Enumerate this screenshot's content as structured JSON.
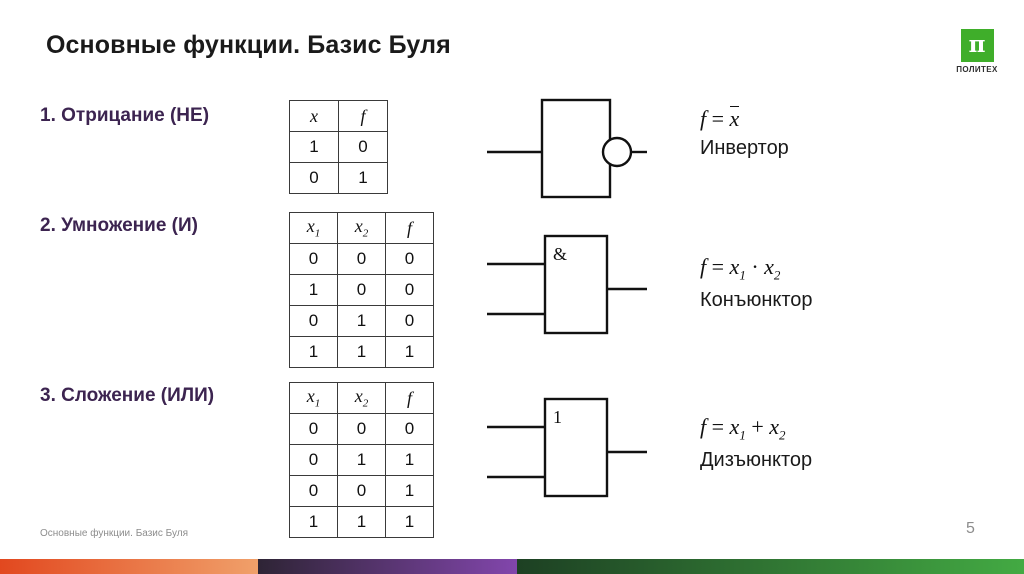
{
  "header": {
    "title": "Основные функции. Базис Буля",
    "logo": {
      "symbol": "π",
      "word": "ПОЛИТЕХ",
      "color": "#3fae2a"
    }
  },
  "theme": {
    "heading_color": "#3c2450",
    "text_color": "#1a1a1a",
    "muted_color": "#8d8d8d",
    "bar_orange": "#e2481f",
    "bar_purple": "#8246ac",
    "bar_green": "#43aa43"
  },
  "sections": [
    {
      "heading": "1.  Отрицание (НЕ)",
      "table": {
        "headers": [
          "x",
          "f"
        ],
        "rows": [
          [
            "1",
            "0"
          ],
          [
            "0",
            "1"
          ]
        ]
      },
      "gate": {
        "type": "inverter",
        "label": "",
        "inputs": 1,
        "bubble": true
      },
      "formula": {
        "lhs": "f",
        "eq": "=",
        "rhs_var": "x",
        "overline": true
      },
      "gate_name": "Инвертор"
    },
    {
      "heading": "2. Умножение (И)",
      "table": {
        "headers": [
          "x",
          "1",
          "x",
          "2",
          "f"
        ],
        "header_cells": [
          {
            "base": "x",
            "sub": "1"
          },
          {
            "base": "x",
            "sub": "2"
          },
          {
            "base": "f",
            "sub": ""
          }
        ],
        "rows": [
          [
            "0",
            "0",
            "0"
          ],
          [
            "1",
            "0",
            "0"
          ],
          [
            "0",
            "1",
            "0"
          ],
          [
            "1",
            "1",
            "1"
          ]
        ]
      },
      "gate": {
        "type": "and",
        "label": "&",
        "inputs": 2,
        "bubble": false
      },
      "formula": {
        "text": "f = x1 · x2",
        "operator": "·"
      },
      "gate_name": "Конъюнктор"
    },
    {
      "heading": "3. Сложение (ИЛИ)",
      "table": {
        "header_cells": [
          {
            "base": "x",
            "sub": "1"
          },
          {
            "base": "x",
            "sub": "2"
          },
          {
            "base": "f",
            "sub": ""
          }
        ],
        "rows": [
          [
            "0",
            "0",
            "0"
          ],
          [
            "0",
            "1",
            "1"
          ],
          [
            "0",
            "0",
            "1"
          ],
          [
            "1",
            "1",
            "1"
          ]
        ]
      },
      "gate": {
        "type": "or",
        "label": "1",
        "inputs": 2,
        "bubble": false
      },
      "formula": {
        "text": "f = x1 + x2",
        "operator": "+"
      },
      "gate_name": "Дизъюнктор"
    }
  ],
  "footer": {
    "note": "Основные функции. Базис Буля",
    "page_number": "5"
  }
}
